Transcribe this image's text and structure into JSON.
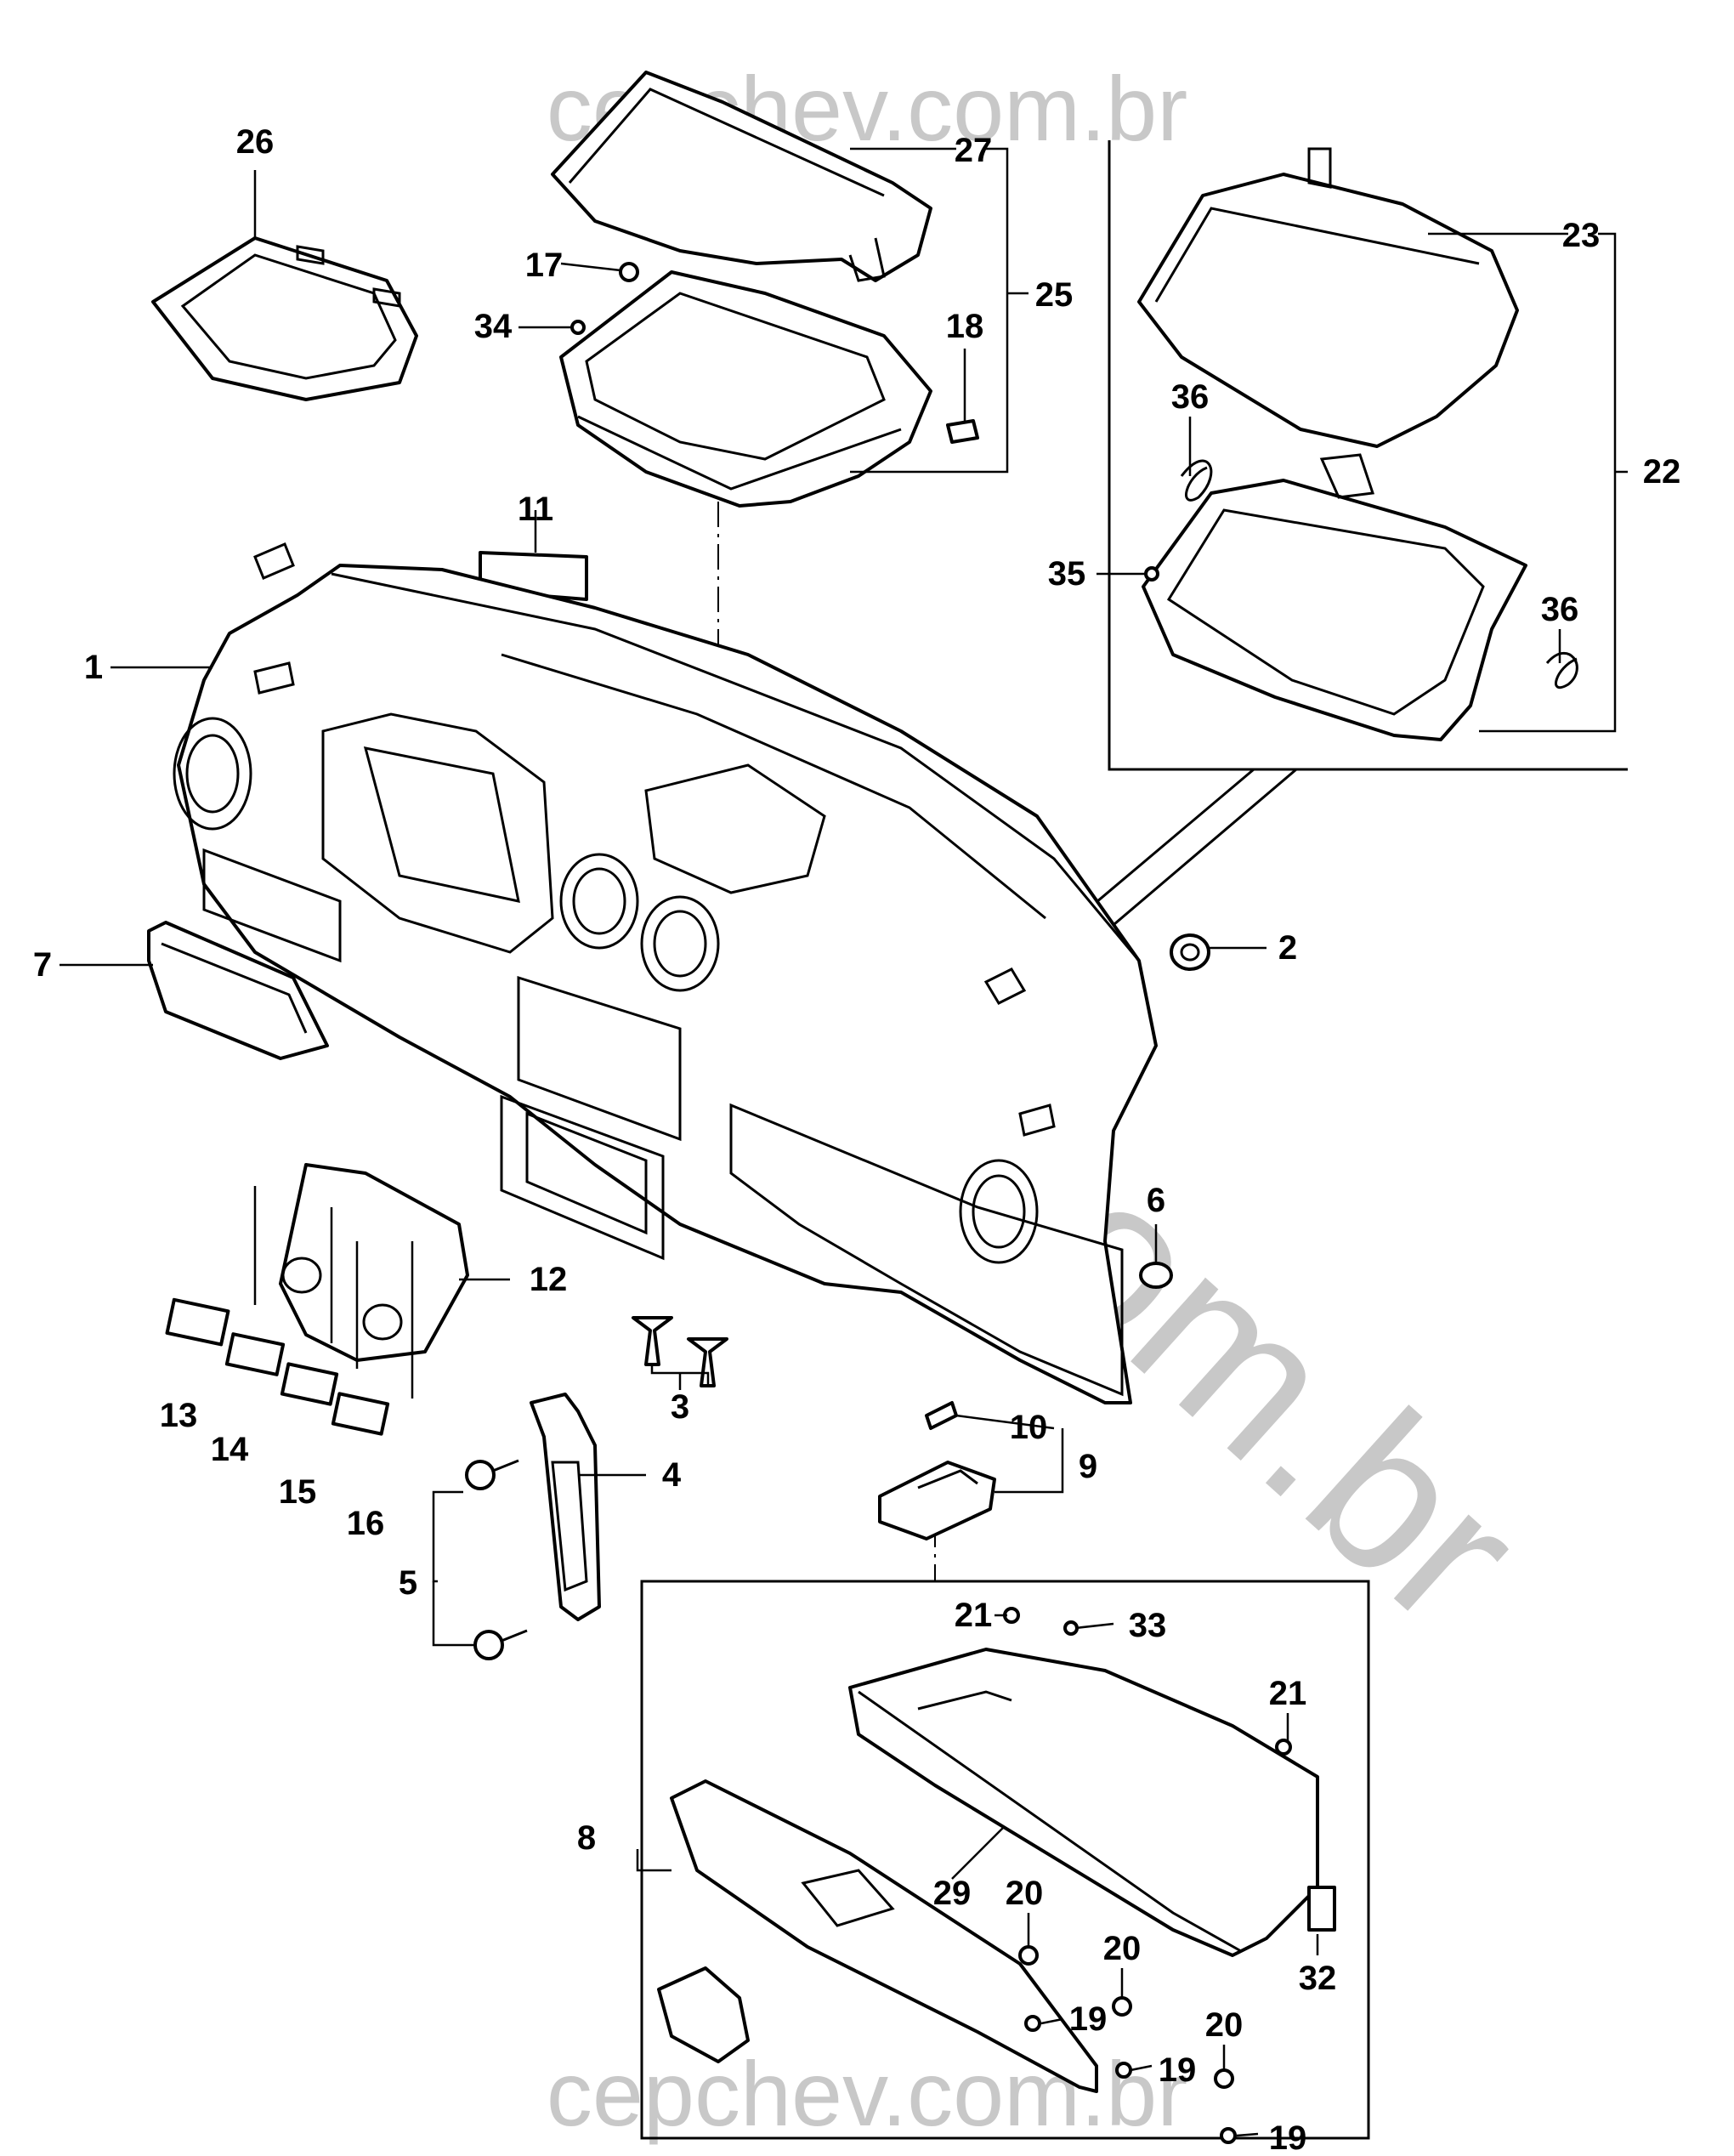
{
  "watermark": {
    "top": "cepchev.com.br",
    "bottom": "cepchev.com.br",
    "diagonal": "cepchev.com.br"
  },
  "labels": {
    "l1": "1",
    "l2": "2",
    "l3": "3",
    "l4": "4",
    "l5": "5",
    "l6": "6",
    "l7": "7",
    "l8": "8",
    "l9": "9",
    "l10": "10",
    "l11": "11",
    "l12": "12",
    "l13": "13",
    "l14": "14",
    "l15": "15",
    "l16": "16",
    "l17": "17",
    "l18": "18",
    "l19a": "19",
    "l19b": "19",
    "l19c": "19",
    "l20a": "20",
    "l20b": "20",
    "l20c": "20",
    "l21a": "21",
    "l21b": "21",
    "l22": "22",
    "l23": "23",
    "l25": "25",
    "l26": "26",
    "l27": "27",
    "l29": "29",
    "l32": "32",
    "l33": "33",
    "l34": "34",
    "l35": "35",
    "l36a": "36",
    "l36b": "36"
  }
}
